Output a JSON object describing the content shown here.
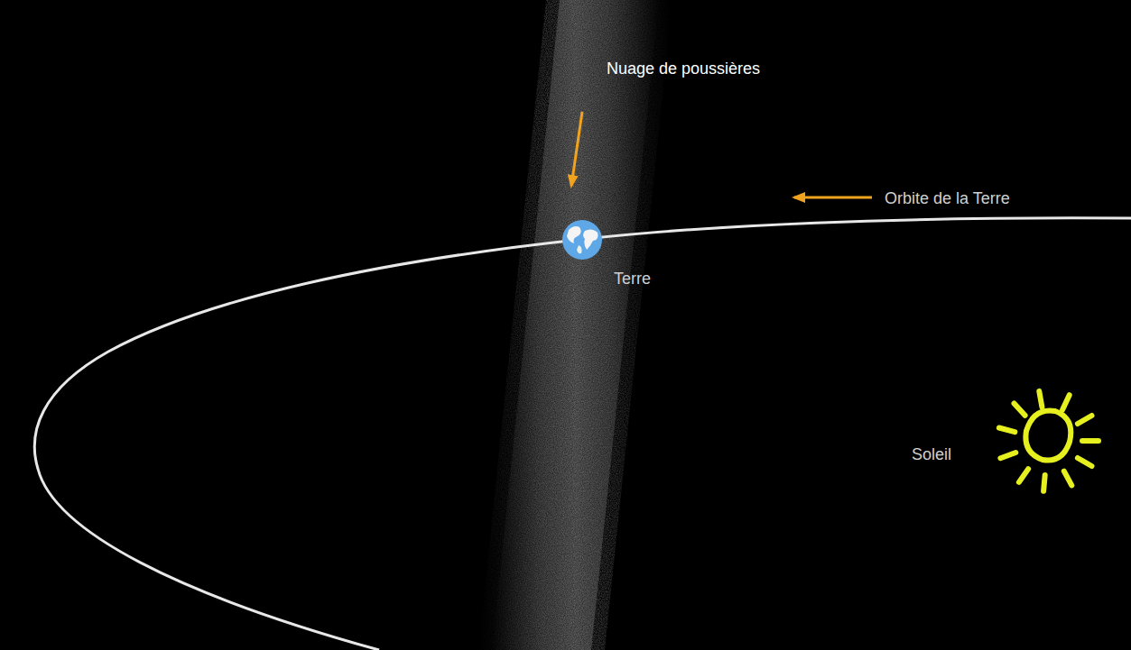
{
  "diagram": {
    "labels": [
      "Nuage de poussières",
      "Orbite de la Terre",
      "Terre",
      "Soleil"
    ]
  }
}
